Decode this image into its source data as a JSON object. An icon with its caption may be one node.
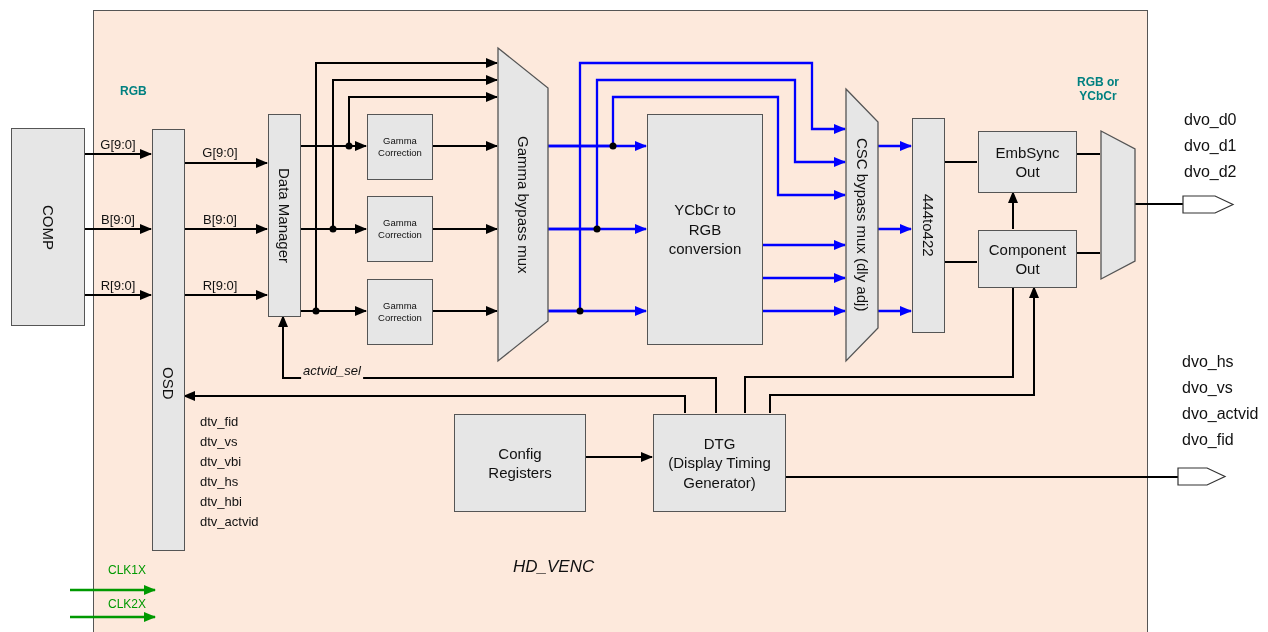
{
  "diagram": {
    "nodes": [
      {
        "text": [
          "HD_VENC"
        ]
      },
      {
        "text": [
          "COMP"
        ]
      },
      {
        "text": [
          "OSD"
        ],
        "in": 0
      },
      {
        "text": [
          "Data Manager"
        ],
        "in": 0
      },
      {
        "text": [
          "Gamma Correction"
        ],
        "in": 0
      },
      {
        "text": [
          "Gamma Correction"
        ],
        "in": 0
      },
      {
        "text": [
          "Gamma Correction"
        ],
        "in": 0
      },
      {
        "text": [
          "Gamma bypass mux"
        ],
        "in": 0
      },
      {
        "text": [
          "YCbCr to RGB conversion"
        ],
        "in": 0
      },
      {
        "text": [
          "CSC bypass mux (dly adj)"
        ],
        "in": 0
      },
      {
        "text": [
          "444to422"
        ],
        "in": 0
      },
      {
        "text": [
          "EmbSync Out"
        ],
        "in": 0
      },
      {
        "text": [
          "Component Out"
        ],
        "in": 0
      },
      {
        "text": [],
        "shape": "trapezoid",
        "in": 0
      },
      {
        "text": [],
        "shape": "pentagon",
        "beside": [
          "dvo_d0",
          "dvo_d1",
          "dvo_d2"
        ]
      },
      {
        "text": [
          "Config Registers"
        ],
        "in": 0
      },
      {
        "text": [
          "DTG",
          "(Display Timing Generator)"
        ],
        "in": 0
      },
      {
        "text": [],
        "shape": "pentagon",
        "beside": [
          "dvo_hs",
          "dvo_vs",
          "dvo_actvid",
          "dvo_fid"
        ]
      }
    ],
    "edges": [
      {
        "from": 1,
        "to": 2,
        "arrow": "to",
        "label": "G[9:0]"
      },
      {
        "from": 1,
        "to": 2,
        "arrow": "to",
        "label": "B[9:0]"
      },
      {
        "from": 1,
        "to": 2,
        "arrow": "to",
        "label": "R[9:0]"
      },
      {
        "from": 2,
        "to": 3,
        "arrow": "to",
        "label": "G[9:0]"
      },
      {
        "from": 2,
        "to": 3,
        "arrow": "to",
        "label": "B[9:0]"
      },
      {
        "from": 2,
        "to": 3,
        "arrow": "to",
        "label": "R[9:0]"
      },
      {
        "from": 3,
        "to": 4,
        "arrow": "to"
      },
      {
        "from": 3,
        "to": 5,
        "arrow": "to"
      },
      {
        "from": 3,
        "to": 6,
        "arrow": "to"
      },
      {
        "from": 3,
        "to": 7,
        "arrow": "to"
      },
      {
        "from": 3,
        "to": 7,
        "arrow": "to"
      },
      {
        "from": 3,
        "to": 7,
        "arrow": "to"
      },
      {
        "from": 4,
        "to": 7,
        "arrow": "to"
      },
      {
        "from": 5,
        "to": 7,
        "arrow": "to"
      },
      {
        "from": 6,
        "to": 7,
        "arrow": "to"
      },
      {
        "from": 7,
        "to": 8,
        "arrow": "to",
        "color": "#0000ff"
      },
      {
        "from": 7,
        "to": 8,
        "arrow": "to",
        "color": "#0000ff"
      },
      {
        "from": 7,
        "to": 8,
        "arrow": "to",
        "color": "#0000ff"
      },
      {
        "from": 7,
        "to": 9,
        "arrow": "to",
        "color": "#0000ff"
      },
      {
        "from": 7,
        "to": 9,
        "arrow": "to",
        "color": "#0000ff"
      },
      {
        "from": 7,
        "to": 9,
        "arrow": "to",
        "color": "#0000ff"
      },
      {
        "from": 8,
        "to": 9,
        "arrow": "to",
        "color": "#0000ff"
      },
      {
        "from": 8,
        "to": 9,
        "arrow": "to",
        "color": "#0000ff"
      },
      {
        "from": 8,
        "to": 9,
        "arrow": "to",
        "color": "#0000ff"
      },
      {
        "from": 9,
        "to": 10,
        "arrow": "to",
        "color": "#0000ff"
      },
      {
        "from": 9,
        "to": 10,
        "arrow": "to",
        "color": "#0000ff"
      },
      {
        "from": 9,
        "to": 10,
        "arrow": "to",
        "color": "#0000ff"
      },
      {
        "from": 10,
        "to": 11,
        "arrow": "none"
      },
      {
        "from": 10,
        "to": 12,
        "arrow": "none"
      },
      {
        "from": 12,
        "to": 11,
        "arrow": "to"
      },
      {
        "from": 11,
        "to": 13,
        "arrow": "none"
      },
      {
        "from": 12,
        "to": 13,
        "arrow": "none"
      },
      {
        "from": 13,
        "to": 14,
        "arrow": "none"
      },
      {
        "from": 15,
        "to": 16,
        "arrow": "to"
      },
      {
        "from": 16,
        "to": 2,
        "arrow": "to"
      },
      {
        "from": 16,
        "to": 3,
        "arrow": "to",
        "label": "actvid_sel"
      },
      {
        "from": 16,
        "to": 12,
        "arrow": "none"
      },
      {
        "from": 16,
        "to": 12,
        "arrow": "to"
      },
      {
        "from": 16,
        "to": 17,
        "arrow": "none"
      },
      {
        "from": null,
        "to": 0,
        "arrow": "to",
        "label": "CLK1X",
        "color": "#009900"
      },
      {
        "from": null,
        "to": 0,
        "arrow": "to",
        "label": "CLK2X",
        "color": "#009900"
      }
    ],
    "labels": [
      "RGB",
      "RGB or YCbCr",
      "dtv_fid",
      "dtv_vs",
      "dtv_vbi",
      "dtv_hs",
      "dtv_hbi",
      "dtv_actvid"
    ]
  }
}
